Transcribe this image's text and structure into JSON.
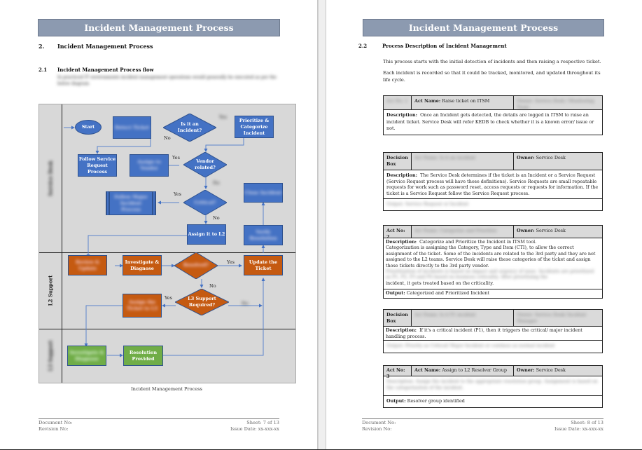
{
  "left_page": {
    "banner": "Incident Management Process",
    "section_number": "2.",
    "section_title": "Incident Management Process",
    "subsection_number": "2.1",
    "subsection_title": "Incident Management Process flow",
    "intro_blurred": "In practiced IT environments incident management operations would generally be executed as per the below diagram",
    "diagram": {
      "lanes": [
        {
          "label": "Service Desk",
          "blurred": true
        },
        {
          "label": "L2 Support",
          "blurred": false
        },
        {
          "label": "L3 Support",
          "blurred": true
        }
      ],
      "nodes": {
        "start": "Start",
        "detect": "Detect Ticket",
        "is_incident": "Is it an Incident?",
        "prioritize": "Prioritize & Categorize Incident",
        "follow_sr": "Follow Service Request Process",
        "assign_vendor": "Assign to Vendor",
        "vendor_related": "Vendor related?",
        "major_process": "Follow Major Incident Process",
        "critical": "Critical?",
        "close_incident": "Close Incident",
        "assign_l2": "Assign it to L2",
        "verify_resolution": "Verify Resolution",
        "review_ticket": "Review & Update",
        "investigate": "Investigate & Diagnose",
        "resolved": "Resolved?",
        "update_ticket": "Update the Ticket",
        "assign_l3": "Assign the Ticket to L3",
        "l3_required": "L3 Support Required?",
        "l3_investigate": "Investigate & Diagnose",
        "resolution_provided": "Resolution Provided"
      },
      "edge_labels": {
        "yes": "Yes",
        "no": "No"
      }
    },
    "caption": "Incident Management Process",
    "footer": {
      "document_no": "Document No:",
      "revision_no": "Revision No:",
      "sheet": "Sheet: 7 of 13",
      "issue_date": "Issue Date: xx-xxx-xx"
    }
  },
  "right_page": {
    "banner": "Incident Management Process",
    "subsection_number": "2.2",
    "subsection_title": "Process Description of Incident Management",
    "para1": "This process starts with the initial detection of incidents and then raising a respective ticket.",
    "para2": "Each incident is recorded so that it could be tracked, monitored, and updated throughout its life cycle.",
    "tables": [
      {
        "col1": "Act No: 1",
        "col1_blurred": true,
        "col2_label": "Act Name:",
        "col2_value": "Raise ticket on ITSM",
        "col3": "Owner: Service Desk / Monitoring Team",
        "col3_blurred": true,
        "description_label": "Description:",
        "description": "Once an Incident gets detected, the details are logged in ITSM to raise an incident ticket.  Service Desk will refer KEDB to check whether it is a known error/ issue or not."
      },
      {
        "col1": "Decision Box",
        "col2": "Act Name: Is it an incident",
        "col2_blurred": true,
        "col3_label": "Owner:",
        "col3_value": "Service Desk",
        "description_label": "Description:",
        "description": "The Service Desk determines if the ticket is an Incident or a Service Request (Service Request process will have those definitions). Service Requests are small repeatable requests for work such as password reset, access requests or requests for information. If the ticket is a Service Request follow the Service Request process.",
        "output_blurred": "Output: Service Request or Incident"
      },
      {
        "col1": "Act No: 2",
        "col2": "Act Name: Categorize and Prioritize",
        "col2_blurred": true,
        "col3_label": "Owner:",
        "col3_value": "Service Desk",
        "description_label": "Description:",
        "description_first": "Categorize and Prioritize the Incident in ITSM tool.",
        "description": "Categorization is assigning the Category, Type and Item (CTI), to allow the correct assignment of the ticket. Some of the incidents are related to the 3rd party and they are not assigned to the L2 teams. Service Desk will raise these categories of the ticket and assign those tickets directly to the 3rd party vendor.",
        "description_blurred": "Prioritization of incidents is based on impact and urgency of issue. Incidents are prioritized as P1, P2, P3 and P4 based on business criticality. After prioritizing the",
        "description_tail": "incident, it gets treated based on the criticality.",
        "output_label": "Output:",
        "output_value": "Categorized and Prioritized Incident"
      },
      {
        "col1": "Decision Box",
        "col2": "Act Name: Is it P1 incident",
        "col2_blurred": true,
        "col3": "Owner: Service Desk/ Incident Manager",
        "col3_blurred": true,
        "description_label": "Description:",
        "description": "If it's a critical incident (P1), then it triggers the critical/ major incident handling process.",
        "output_blurred": "Output: Priority as Critical/ Major Incident or continue as normal incident"
      },
      {
        "col1": "Act No: 3",
        "col2_label": "Act Name:",
        "col2_value": "Assign to L2 Resolver Group",
        "col3_label": "Owner:",
        "col3_value": "Service Desk",
        "description_blurred": "Description: Assign the incident to the appropriate resolution group. Assignment is based on the categorization of the incident.",
        "output_label": "Output:",
        "output_value": "Resolver group identified"
      }
    ],
    "footer": {
      "document_no": "Document No:",
      "revision_no": "Revision No:",
      "sheet": "Sheet: 8 of 13",
      "issue_date": "Issue Date: xx-xxx-xx"
    }
  },
  "colors": {
    "banner": "#8c9ab0",
    "process_blue": "#4472c4",
    "process_orange": "#c55a11",
    "process_green": "#70ad47",
    "lane_bg": "#d8d8d8",
    "table_header": "#dadada"
  }
}
